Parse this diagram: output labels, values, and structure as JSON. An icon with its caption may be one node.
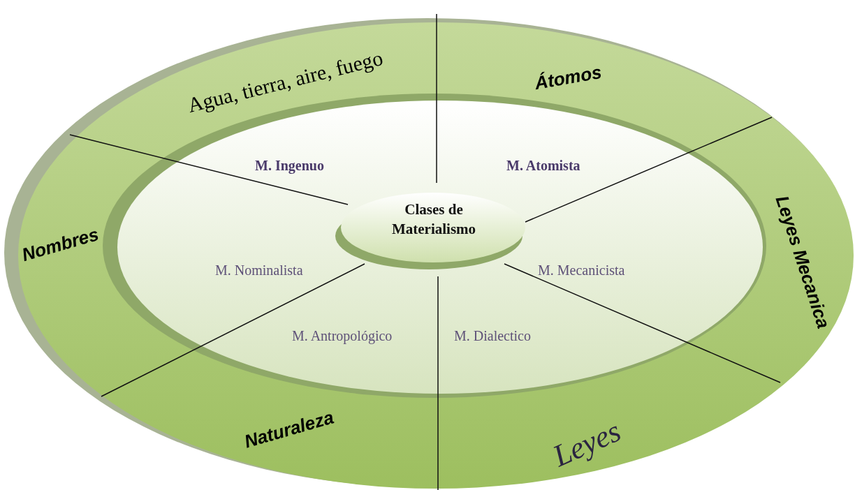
{
  "diagram": {
    "nodes": [
      {
        "text": [
          "Clases de Materialismo"
        ]
      }
    ],
    "labels": [
      "Agua, tierra, aire, fuego",
      "Átomos",
      "M. Ingenuo",
      "M. Atomista",
      "Nombres",
      "Leyes Mecanica",
      "M. Nominalista",
      "M. Mecanicista",
      "M. Antropológico",
      "M. Dialectico",
      "Naturaleza",
      "Leyes"
    ]
  }
}
